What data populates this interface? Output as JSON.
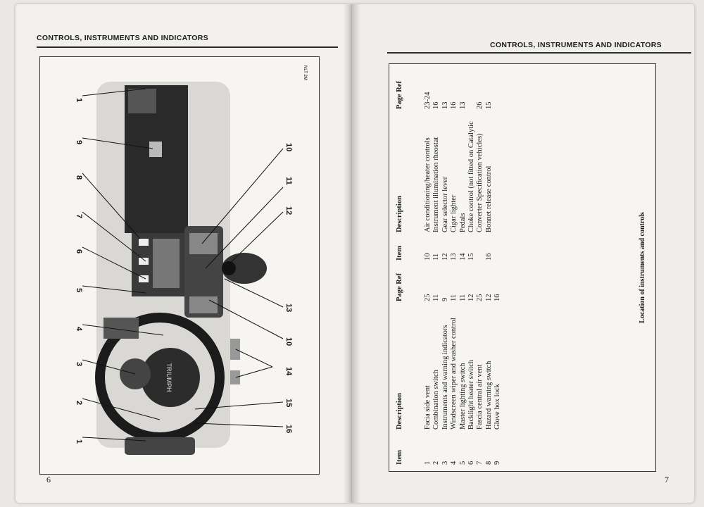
{
  "header_left": "CONTROLS, INSTRUMENTS AND INDICATORS",
  "header_right": "CONTROLS, INSTRUMENTS AND INDICATORS",
  "page_left": "6",
  "page_right": "7",
  "figure": {
    "brand": "TRIUMPH",
    "plate_code": "NLT 2M",
    "callouts_top": [
      "1",
      "9",
      "8",
      "7",
      "6",
      "5",
      "4",
      "3",
      "2",
      "1"
    ],
    "callouts_bottom": [
      "10",
      "11",
      "12",
      "13",
      "10",
      "14",
      "15",
      "16"
    ]
  },
  "table": {
    "caption": "Location of instruments and controls",
    "headers": {
      "item": "Item",
      "description": "Description",
      "page_ref": "Page Ref"
    },
    "left_rows": [
      {
        "item": "1",
        "description": "Facia side vent",
        "page": "25"
      },
      {
        "item": "2",
        "description": "Combination switch",
        "page": "11"
      },
      {
        "item": "3",
        "description": "Instruments and warning indicators",
        "page": "9"
      },
      {
        "item": "4",
        "description": "Windscreen wiper and washer control",
        "page": "11"
      },
      {
        "item": "5",
        "description": "Master lighting switch",
        "page": "11"
      },
      {
        "item": "6",
        "description": "Backlight heater switch",
        "page": "12"
      },
      {
        "item": "7",
        "description": "Fascia central air vent",
        "page": "25"
      },
      {
        "item": "8",
        "description": "Hazard warning switch",
        "page": "12"
      },
      {
        "item": "9",
        "description": "Glove box lock",
        "page": "16"
      }
    ],
    "right_rows": [
      {
        "item": "10",
        "description": "Air conditioning/heater controls",
        "page": "23-24"
      },
      {
        "item": "11",
        "description": "Instrument illumination rheostat",
        "page": "16"
      },
      {
        "item": "12",
        "description": "Gear selector lever",
        "page": "13"
      },
      {
        "item": "13",
        "description": "Cigar lighter",
        "page": "16"
      },
      {
        "item": "14",
        "description": "Pedals",
        "page": "13"
      },
      {
        "item": "15",
        "description": "Choke control (not fitted on Catalytic",
        "page": ""
      },
      {
        "item": "",
        "description": "Converter Specification vehicles)",
        "page": "26"
      },
      {
        "item": "16",
        "description": "Bonnet release control",
        "page": "15"
      }
    ]
  }
}
